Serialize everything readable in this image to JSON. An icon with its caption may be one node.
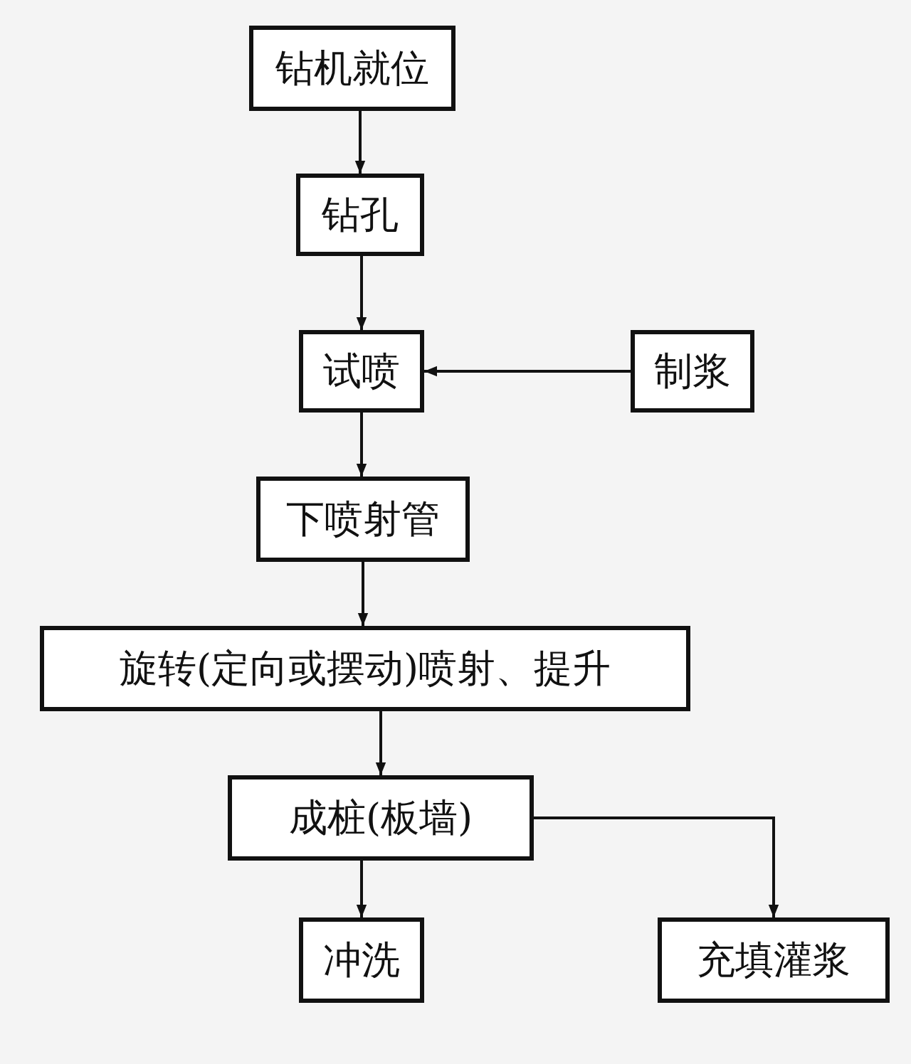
{
  "diagram": {
    "nodes": [
      {
        "text": [
          "钻机就位"
        ]
      },
      {
        "text": [
          "钻孔"
        ]
      },
      {
        "text": [
          "试喷"
        ]
      },
      {
        "text": [
          "制浆"
        ]
      },
      {
        "text": [
          "下喷射管"
        ]
      },
      {
        "text": [
          "旋转(定向或摆动)喷射、提升"
        ]
      },
      {
        "text": [
          "成桩(板墙)"
        ]
      },
      {
        "text": [
          "冲洗"
        ]
      },
      {
        "text": [
          "充填灌浆"
        ]
      }
    ],
    "edges": [
      {
        "from": 0,
        "to": 1,
        "arrow": "to"
      },
      {
        "from": 1,
        "to": 2,
        "arrow": "to"
      },
      {
        "from": 3,
        "to": 2,
        "arrow": "to"
      },
      {
        "from": 2,
        "to": 4,
        "arrow": "to"
      },
      {
        "from": 4,
        "to": 5,
        "arrow": "to"
      },
      {
        "from": 5,
        "to": 6,
        "arrow": "to"
      },
      {
        "from": 6,
        "to": 7,
        "arrow": "to"
      },
      {
        "from": 6,
        "to": 8,
        "arrow": "to"
      }
    ]
  }
}
